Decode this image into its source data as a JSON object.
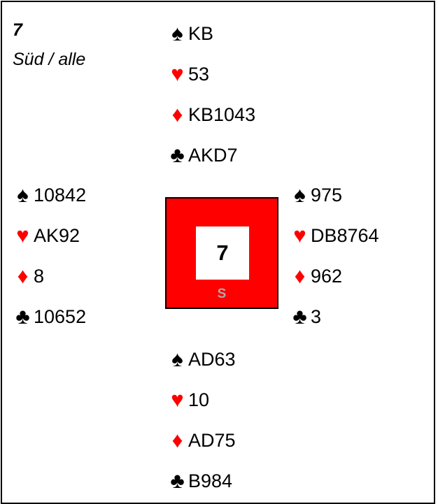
{
  "board": {
    "number": "7",
    "dealer_vulnerability": "Süd / alle"
  },
  "table": {
    "board_number": "7",
    "dealer_seat": "S",
    "accent_color": "#ff0000"
  },
  "suit_symbols": {
    "spades": "♠",
    "hearts": "♥",
    "diamonds": "♦",
    "clubs": "♣"
  },
  "hands": {
    "north": {
      "spades": "KB",
      "hearts": "53",
      "diamonds": "KB1043",
      "clubs": "AKD7"
    },
    "west": {
      "spades": "10842",
      "hearts": "AK92",
      "diamonds": "8",
      "clubs": "10652"
    },
    "east": {
      "spades": "975",
      "hearts": "DB8764",
      "diamonds": "962",
      "clubs": "3"
    },
    "south": {
      "spades": "AD63",
      "hearts": "10",
      "diamonds": "AD75",
      "clubs": "B984"
    }
  }
}
